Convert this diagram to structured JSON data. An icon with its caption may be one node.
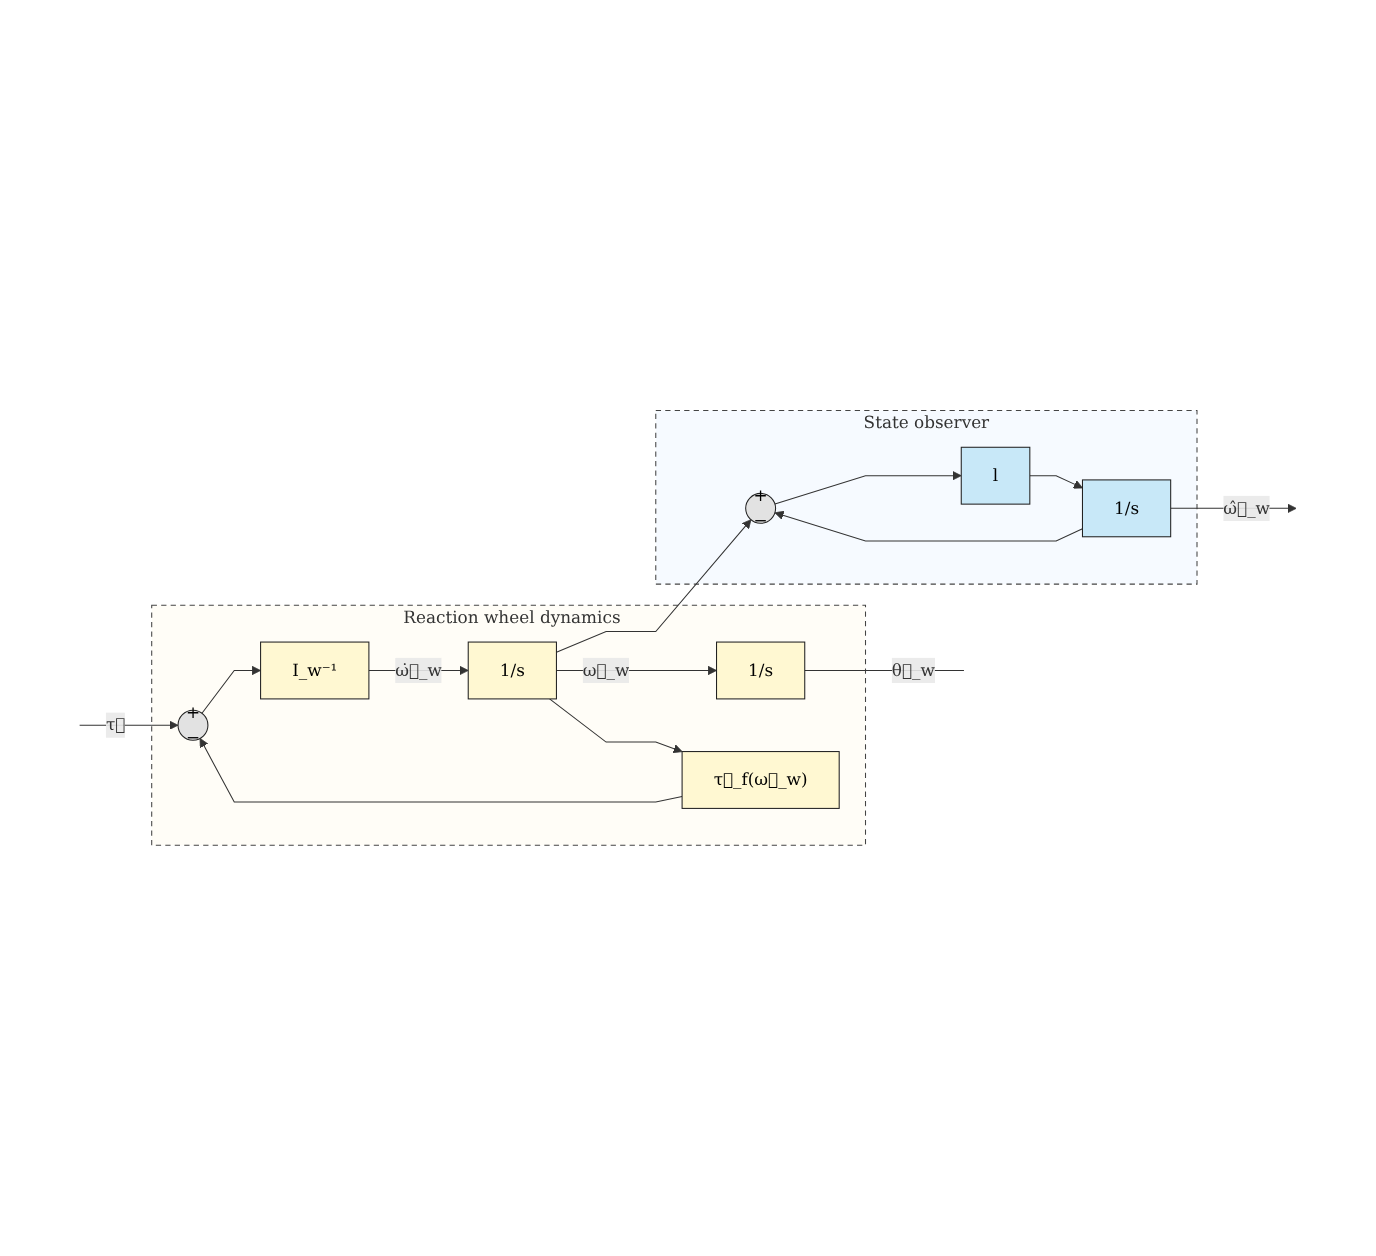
{
  "diagram": {
    "nodes": [
      {
        "text": [
          "Reaction wheel dynamics"
        ]
      },
      {
        "text": [
          "+",
          "−"
        ],
        "in": 0
      },
      {
        "text": [
          "I_w⁻¹"
        ],
        "in": 0
      },
      {
        "text": [
          "1/s"
        ],
        "in": 0
      },
      {
        "text": [
          "1/s"
        ],
        "in": 0
      },
      {
        "text": [
          "τ⃗_f(ω⃗_w)"
        ],
        "in": 0
      },
      {
        "text": [
          "State observer"
        ]
      },
      {
        "text": [
          "+",
          "−"
        ],
        "in": 6
      },
      {
        "text": [
          "l"
        ],
        "in": 6
      },
      {
        "text": [
          "1/s"
        ],
        "in": 6
      }
    ],
    "edges": [
      {
        "from": null,
        "to": 1,
        "arrow": "to",
        "label": "τ⃗"
      },
      {
        "from": 1,
        "to": 2,
        "arrow": "to"
      },
      {
        "from": 2,
        "to": 3,
        "arrow": "to",
        "label": "ω̇⃗_w"
      },
      {
        "from": 3,
        "to": 4,
        "arrow": "to",
        "label": "ω⃗_w"
      },
      {
        "from": 4,
        "to": null,
        "arrow": "none",
        "label": "θ⃗_w"
      },
      {
        "from": 3,
        "to": 5,
        "arrow": "to"
      },
      {
        "from": 5,
        "to": 1,
        "arrow": "to"
      },
      {
        "from": 3,
        "to": 7,
        "arrow": "to"
      },
      {
        "from": 7,
        "to": 8,
        "arrow": "to"
      },
      {
        "from": 8,
        "to": 9,
        "arrow": "to"
      },
      {
        "from": 9,
        "to": 7,
        "arrow": "to"
      },
      {
        "from": 9,
        "to": null,
        "arrow": "to",
        "label": "ω̂⃗_w"
      }
    ]
  }
}
